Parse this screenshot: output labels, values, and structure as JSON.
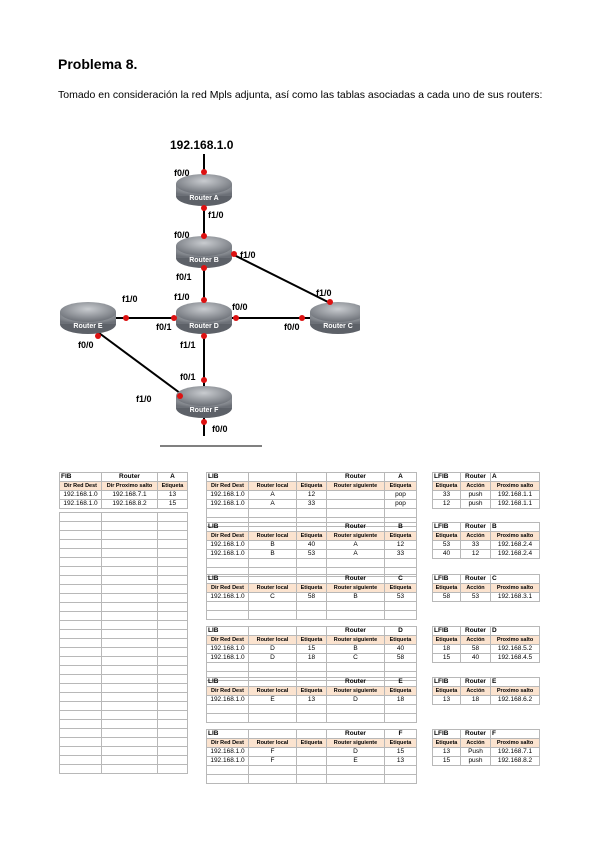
{
  "heading": "Problema 8.",
  "intro": "Tomado en consideración la red Mpls adjunta, así como las tablas asociadas a cada uno de sus routers:",
  "diagram": {
    "ip": "192.168.1.0",
    "routers": {
      "A": "Router A",
      "B": "Router B",
      "C": "Router C",
      "D": "Router D",
      "E": "Router E",
      "F": "Router F"
    },
    "interfaces": {
      "a_top": "f0/0",
      "a_bot": "f1/0",
      "b_top": "f0/0",
      "b_right": "f1/0",
      "b_bot": "f0/1",
      "c_left": "f1/0",
      "d_top": "f1/0",
      "d_right": "f0/0",
      "d_right2": "f0/0",
      "d_left": "f0/1",
      "d_bot": "f1/1",
      "e_top": "f1/0",
      "e_bot": "f0/0",
      "f_top": "f0/1",
      "f_left": "f1/0",
      "f_bot": "f0/0"
    }
  },
  "fib": {
    "title": "FIB",
    "router_label": "Router",
    "router": "A",
    "headers": [
      "Dir Red Dest",
      "Dir Proximo salto",
      "Etiqueta"
    ],
    "rows": [
      [
        "192.168.1.0",
        "192.168.7.1",
        "13"
      ],
      [
        "192.168.1.0",
        "192.168.8.2",
        "15"
      ]
    ]
  },
  "lib_headers": [
    "Dir Red Dest",
    "Router local",
    "Etiqueta",
    "Router siguiente",
    "Etiqueta"
  ],
  "lfib_headers": [
    "Etiqueta",
    "Acción",
    "Proximo salto"
  ],
  "blocks": [
    {
      "lib": {
        "title": "LIB",
        "router_label": "Router",
        "router": "A",
        "rows": [
          [
            "192.168.1.0",
            "A",
            "12",
            "",
            "pop"
          ],
          [
            "192.168.1.0",
            "A",
            "33",
            "",
            "pop"
          ]
        ]
      },
      "lfib": {
        "title": "LFIB",
        "router_label": "Router",
        "router": "A",
        "rows": [
          [
            "33",
            "push",
            "192.168.1.1"
          ],
          [
            "12",
            "push",
            "192.168.1.1"
          ]
        ]
      }
    },
    {
      "lib": {
        "title": "LIB",
        "router_label": "Router",
        "router": "B",
        "rows": [
          [
            "192.168.1.0",
            "B",
            "40",
            "A",
            "12"
          ],
          [
            "192.168.1.0",
            "B",
            "53",
            "A",
            "33"
          ]
        ]
      },
      "lfib": {
        "title": "LFIB",
        "router_label": "Router",
        "router": "B",
        "rows": [
          [
            "53",
            "33",
            "192.168.2.4"
          ],
          [
            "40",
            "12",
            "192.168.2.4"
          ]
        ]
      }
    },
    {
      "lib": {
        "title": "LIB",
        "router_label": "Router",
        "router": "C",
        "rows": [
          [
            "192.168.1.0",
            "C",
            "58",
            "B",
            "53"
          ]
        ]
      },
      "lfib": {
        "title": "LFIB",
        "router_label": "Router",
        "router": "C",
        "rows": [
          [
            "58",
            "53",
            "192.168.3.1"
          ]
        ]
      }
    },
    {
      "lib": {
        "title": "LIB",
        "router_label": "Router",
        "router": "D",
        "rows": [
          [
            "192.168.1.0",
            "D",
            "15",
            "B",
            "40"
          ],
          [
            "192.168.1.0",
            "D",
            "18",
            "C",
            "58"
          ]
        ]
      },
      "lfib": {
        "title": "LFIB",
        "router_label": "Router",
        "router": "D",
        "rows": [
          [
            "18",
            "58",
            "192.168.5.2"
          ],
          [
            "15",
            "40",
            "192.168.4.5"
          ]
        ]
      }
    },
    {
      "lib": {
        "title": "LIB",
        "router_label": "Router",
        "router": "E",
        "rows": [
          [
            "192.168.1.0",
            "E",
            "13",
            "D",
            "18"
          ]
        ]
      },
      "lfib": {
        "title": "LFIB",
        "router_label": "Router",
        "router": "E",
        "rows": [
          [
            "13",
            "18",
            "192.168.6.2"
          ]
        ]
      }
    },
    {
      "lib": {
        "title": "LIB",
        "router_label": "Router",
        "router": "F",
        "rows": [
          [
            "192.168.1.0",
            "F",
            "",
            "D",
            "15"
          ],
          [
            "192.168.1.0",
            "F",
            "",
            "E",
            "13"
          ]
        ]
      },
      "lfib": {
        "title": "LFIB",
        "router_label": "Router",
        "router": "F",
        "rows": [
          [
            "13",
            "Push",
            "192.168.7.1"
          ],
          [
            "15",
            "push",
            "192.168.8.2"
          ]
        ]
      }
    }
  ]
}
